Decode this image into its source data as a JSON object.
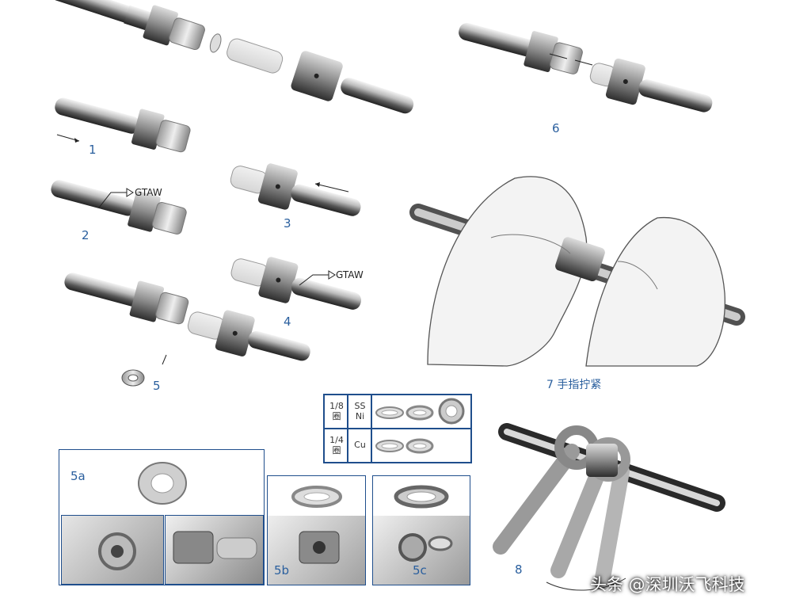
{
  "steps": {
    "s1": "1",
    "s2": "2",
    "s3": "3",
    "s4": "4",
    "s5": "5",
    "s6": "6",
    "s7": "7 手指拧紧",
    "s8": "8"
  },
  "weld_callout": "GTAW",
  "table": {
    "row1": {
      "size_top": "1/8",
      "size_bottom": "圈",
      "mat_top": "SS",
      "mat_bottom": "Ni"
    },
    "row2": {
      "size_top": "1/4",
      "size_bottom": "圈",
      "mat_top": "Cu",
      "mat_bottom": ""
    }
  },
  "insets": {
    "a": "5a",
    "b": "5b",
    "c": "5c"
  },
  "watermark": "头条 @深圳沃飞科技",
  "colors": {
    "accent": "#1f4e8c",
    "label": "#2a5f9e",
    "metal_dark": "#3a3a3a",
    "metal_light": "#e8e8e8"
  }
}
